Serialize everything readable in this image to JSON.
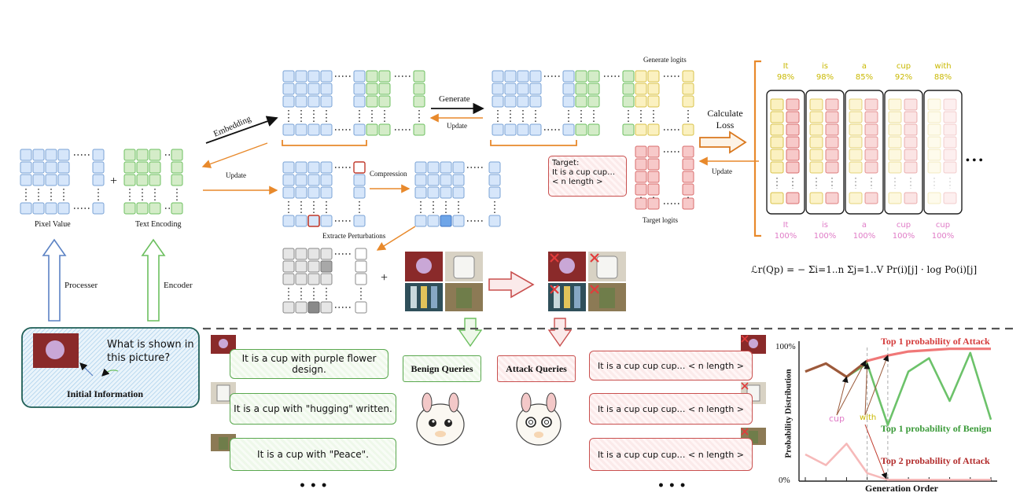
{
  "labels": {
    "pixel_value": "Pixel Value",
    "text_encoding": "Text Encoding",
    "processer": "Processer",
    "encoder": "Encoder",
    "embedding": "Embedding",
    "update_left": "Update",
    "generate": "Generate",
    "update_mid": "Update",
    "generate_logits": "Generate logits",
    "calculate_loss": "Calculate Loss",
    "update_right": "Update",
    "target_logits": "Target logits",
    "compression": "Compression",
    "extracte_perturbations": "Extracte Perturbations",
    "target_title": "Target:",
    "target_text": "It is a cup cup…",
    "target_len": "< n length >",
    "plus1": "+",
    "plus2": "+",
    "ellipsis_right": "• • •",
    "question": "What is shown in this picture?",
    "initial_information": "Initial Information",
    "benign_queries": "Benign Queries",
    "attack_queries": "Attack Queries",
    "formula": "ℒr(Qp) = − Σi=1..n Σj=1..V Pr(i)[j] · log Po(i)[j]"
  },
  "top_tokens": [
    {
      "word": "It",
      "pct": "98%"
    },
    {
      "word": "is",
      "pct": "98%"
    },
    {
      "word": "a",
      "pct": "85%"
    },
    {
      "word": "cup",
      "pct": "92%"
    },
    {
      "word": "with",
      "pct": "88%"
    }
  ],
  "bottom_tokens": [
    {
      "word": "It",
      "pct": "100%"
    },
    {
      "word": "is",
      "pct": "100%"
    },
    {
      "word": "a",
      "pct": "100%"
    },
    {
      "word": "cup",
      "pct": "100%"
    },
    {
      "word": "cup",
      "pct": "100%"
    }
  ],
  "benign_responses": [
    "It is a cup with purple flower design.",
    "It is a cup with \"hugging\" written.",
    "It is a cup with \"Peace\"."
  ],
  "attack_responses": [
    "It is a cup cup cup… < n length >",
    "It is a cup cup cup… < n length >",
    "It is a cup cup cup… < n length >"
  ],
  "bottom_ellipsis": "• • •",
  "chart_data": {
    "type": "line",
    "xlabel": "Generation Order",
    "ylabel": "Probability Distribution",
    "ytick_top": "100%",
    "ytick_bottom": "0%",
    "ylim": [
      0,
      100
    ],
    "x": [
      1,
      2,
      3,
      4,
      5,
      6,
      7,
      8,
      9,
      10
    ],
    "series": [
      {
        "name": "Top 1 probability of Attack",
        "color": "#f07878",
        "values": [
          82,
          88,
          78,
          90,
          94,
          97,
          98,
          99,
          99,
          99
        ]
      },
      {
        "name": "Top 1 probability of Benign",
        "color": "#6cc26a",
        "values": [
          82,
          88,
          78,
          88,
          42,
          82,
          92,
          60,
          96,
          46
        ]
      },
      {
        "name": "Top 2 probability of Attack",
        "color": "#f6b9b9",
        "values": [
          20,
          12,
          28,
          6,
          1,
          1,
          1,
          1,
          1,
          1
        ]
      }
    ],
    "annotations": [
      "cup",
      "with"
    ]
  }
}
